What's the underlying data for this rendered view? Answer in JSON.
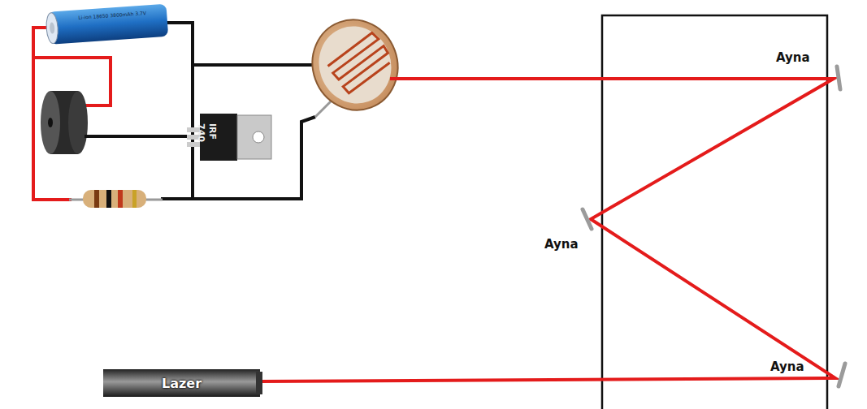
{
  "diagram": {
    "nodes": [
      {
        "text": [
          "Lazer"
        ]
      }
    ],
    "labels": [
      "Li-ion 18650 3800mAh 3.7V",
      "IRF",
      "740",
      "Ayna",
      "Ayna",
      "Ayna"
    ]
  }
}
